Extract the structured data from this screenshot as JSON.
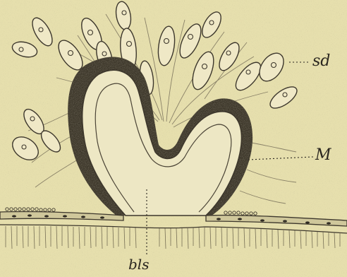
{
  "labels": {
    "sd": "sd",
    "M": "M",
    "bls": "bls"
  },
  "colors": {
    "background": "#e6dfad",
    "ink": "#2a261f",
    "dark_layer": "#3b3528",
    "tissue_fill": "#ece6c2"
  }
}
